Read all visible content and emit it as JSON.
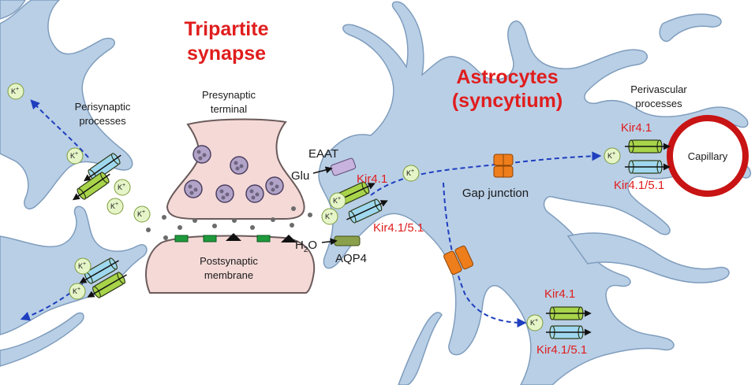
{
  "titles": {
    "tripartite_line1": "Tripartite",
    "tripartite_line2": "synapse",
    "astro_line1": "Astrocytes",
    "astro_line2": "(syncytium)"
  },
  "labels": {
    "perisynaptic_line1": "Perisynaptic",
    "perisynaptic_line2": "processes",
    "presynaptic_line1": "Presynaptic",
    "presynaptic_line2": "terminal",
    "postsynaptic_line1": "Postsynaptic",
    "postsynaptic_line2": "membrane",
    "perivascular_line1": "Perivascular",
    "perivascular_line2": "processes",
    "eaat": "EAAT",
    "glu": "Glu",
    "h2o_main": "H",
    "h2o_sub": "2",
    "h2o_tail": "O",
    "aqp4": "AQP4",
    "gap_junction": "Gap junction",
    "capillary": "Capillary",
    "k_ion": "K",
    "k_charge": "+"
  },
  "channels": {
    "kir41_left": "Kir4.1",
    "kir4151_left": "Kir4.1/5.1",
    "kir41_top_right": "Kir4.1",
    "kir4151_top_right": "Kir4.1/5.1",
    "kir41_bottom_right": "Kir4.1",
    "kir4151_bottom_right": "Kir4.1/5.1"
  },
  "colors": {
    "astrocyte": "#b9cfe6",
    "astrocyte_edge": "#7f9dbd",
    "neuron": "#f4d9d7",
    "neuron_edge": "#6b5b5b",
    "title_red": "#e01d1d",
    "kir41_green": "#a8d44a",
    "kir4151_blue": "#9fd8ee",
    "eaat_purple": "#c7b3de",
    "aqp4_olive": "#8aa04a",
    "gap_orange": "#ee7d1b",
    "k_ion_fill": "#e6f5c8",
    "flow_blue": "#1f3fbf",
    "capillary_red": "#c81414"
  }
}
